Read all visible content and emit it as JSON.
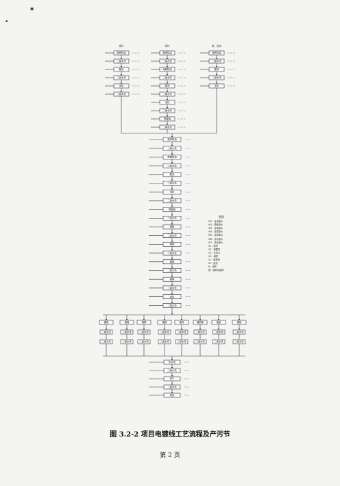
{
  "document": {
    "caption": "图 3.2-2  项目电镀线工艺流程及产污节",
    "page_number": "第 2 页",
    "corner_marks": [
      "▪",
      "▪"
    ]
  },
  "flow": {
    "input_headers": [
      "零件",
      "零件",
      "铁、铝件"
    ],
    "main_process": [
      "超声除油",
      "二级水洗",
      "电解除油",
      "二级水洗",
      "酸洗",
      "二级水洗",
      "活化",
      "二级水洗",
      "预镀镍",
      "二级水洗",
      "镀镍",
      "二级水洗",
      "镀铜",
      "二级水洗",
      "镀铬",
      "二级水洗",
      "镀锌",
      "二级水洗",
      "钝化",
      "二级水洗"
    ],
    "plating_lines": [
      "镀铬",
      "镀镍",
      "镀锡",
      "镀银",
      "镀锌",
      "镀铜镍",
      "镀金",
      "镀铬"
    ],
    "final_steps": [
      "热水洗",
      "二级水洗",
      "烘干",
      "二级水洗",
      "成品"
    ]
  },
  "legend": {
    "title": "图例",
    "items": [
      "W1：含油废水",
      "W2：酸碱废水",
      "W3：含铬废水",
      "W4：含镍废水",
      "W5：含铜废水",
      "W6：含氰废水",
      "W7：综合废水",
      "G1：酸雾",
      "G2：铬酸雾",
      "G3：氰化氢",
      "G4：碱雾",
      "S1：废槽液",
      "S2：废渣",
      "N：噪声",
      "固：废弃包装物"
    ]
  }
}
